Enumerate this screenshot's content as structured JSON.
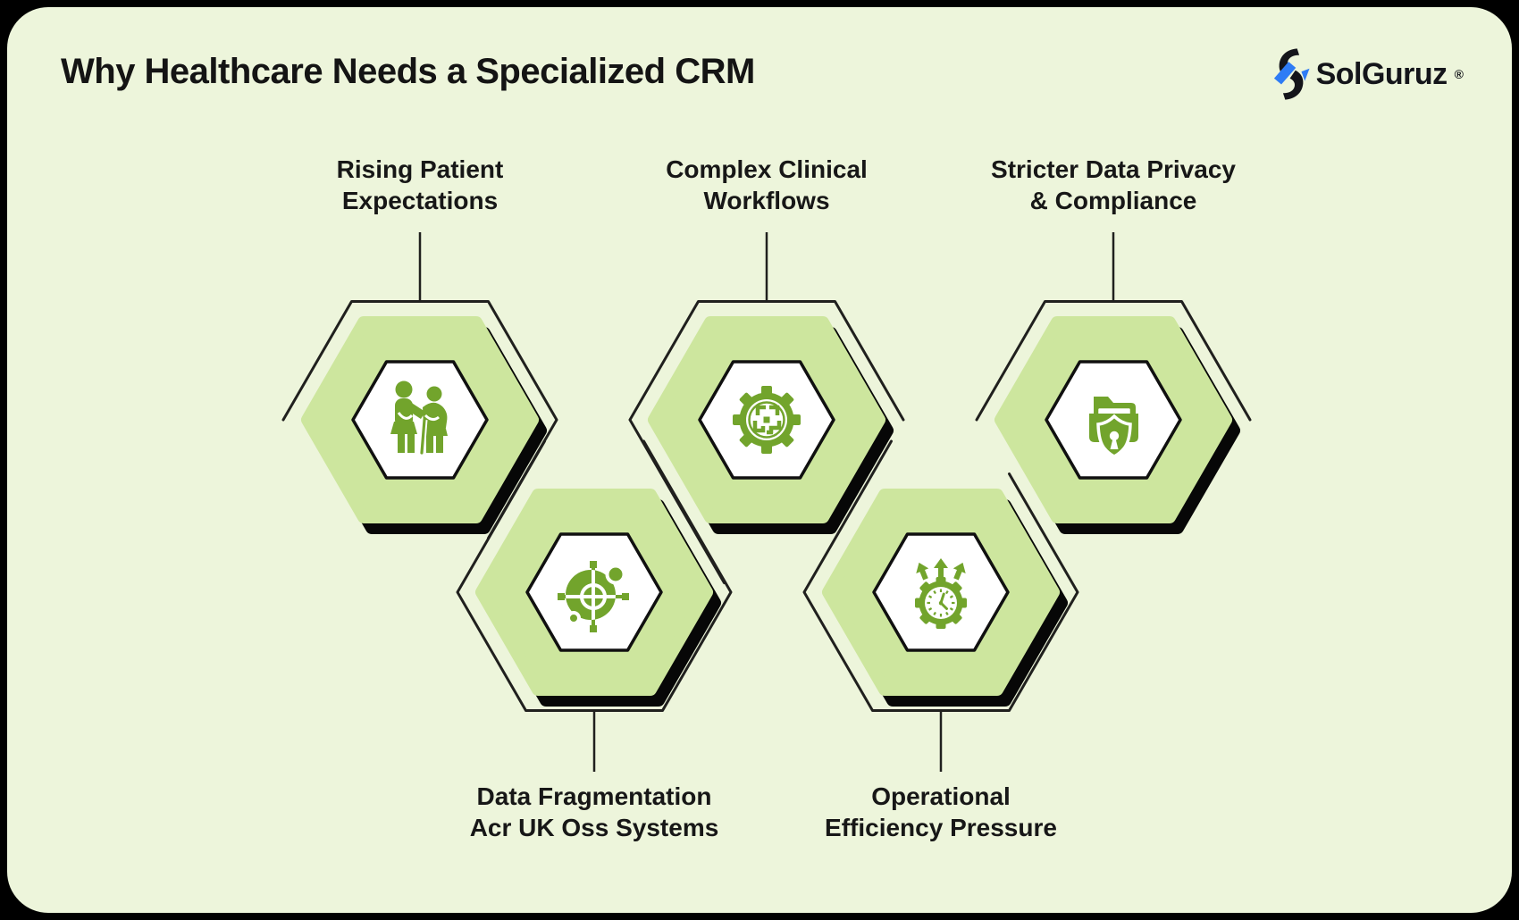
{
  "title": "Why Healthcare Needs a Specialized CRM",
  "brand": {
    "name": "SolGuruz",
    "registered_mark": "®"
  },
  "colors": {
    "background": "#000000",
    "card": "#edf5db",
    "hex_fill": "#cde69e",
    "icon_green": "#72a42c",
    "outline": "#20201e",
    "shadow": "#070707",
    "text": "#171717",
    "logo_blue": "#2e7cf5",
    "logo_black": "#14151a",
    "white": "#ffffff"
  },
  "items": [
    {
      "id": "rising-patient-expectations",
      "line1": "Rising Patient",
      "line2": "Expectations",
      "icon": "elderly-care-icon"
    },
    {
      "id": "complex-clinical-workflows",
      "line1": "Complex Clinical",
      "line2": "Workflows",
      "icon": "gear-maze-icon"
    },
    {
      "id": "stricter-data-privacy-compliance",
      "line1": "Stricter Data Privacy",
      "line2": "& Compliance",
      "icon": "folder-shield-lock-icon"
    },
    {
      "id": "data-fragmentation",
      "line1": "Data Fragmentation",
      "line2": "Acr UK Oss Systems",
      "icon": "fragmentation-target-icon"
    },
    {
      "id": "operational-efficiency-pressure",
      "line1": "Operational",
      "line2": "Efficiency Pressure",
      "icon": "gear-clock-arrows-icon"
    }
  ]
}
